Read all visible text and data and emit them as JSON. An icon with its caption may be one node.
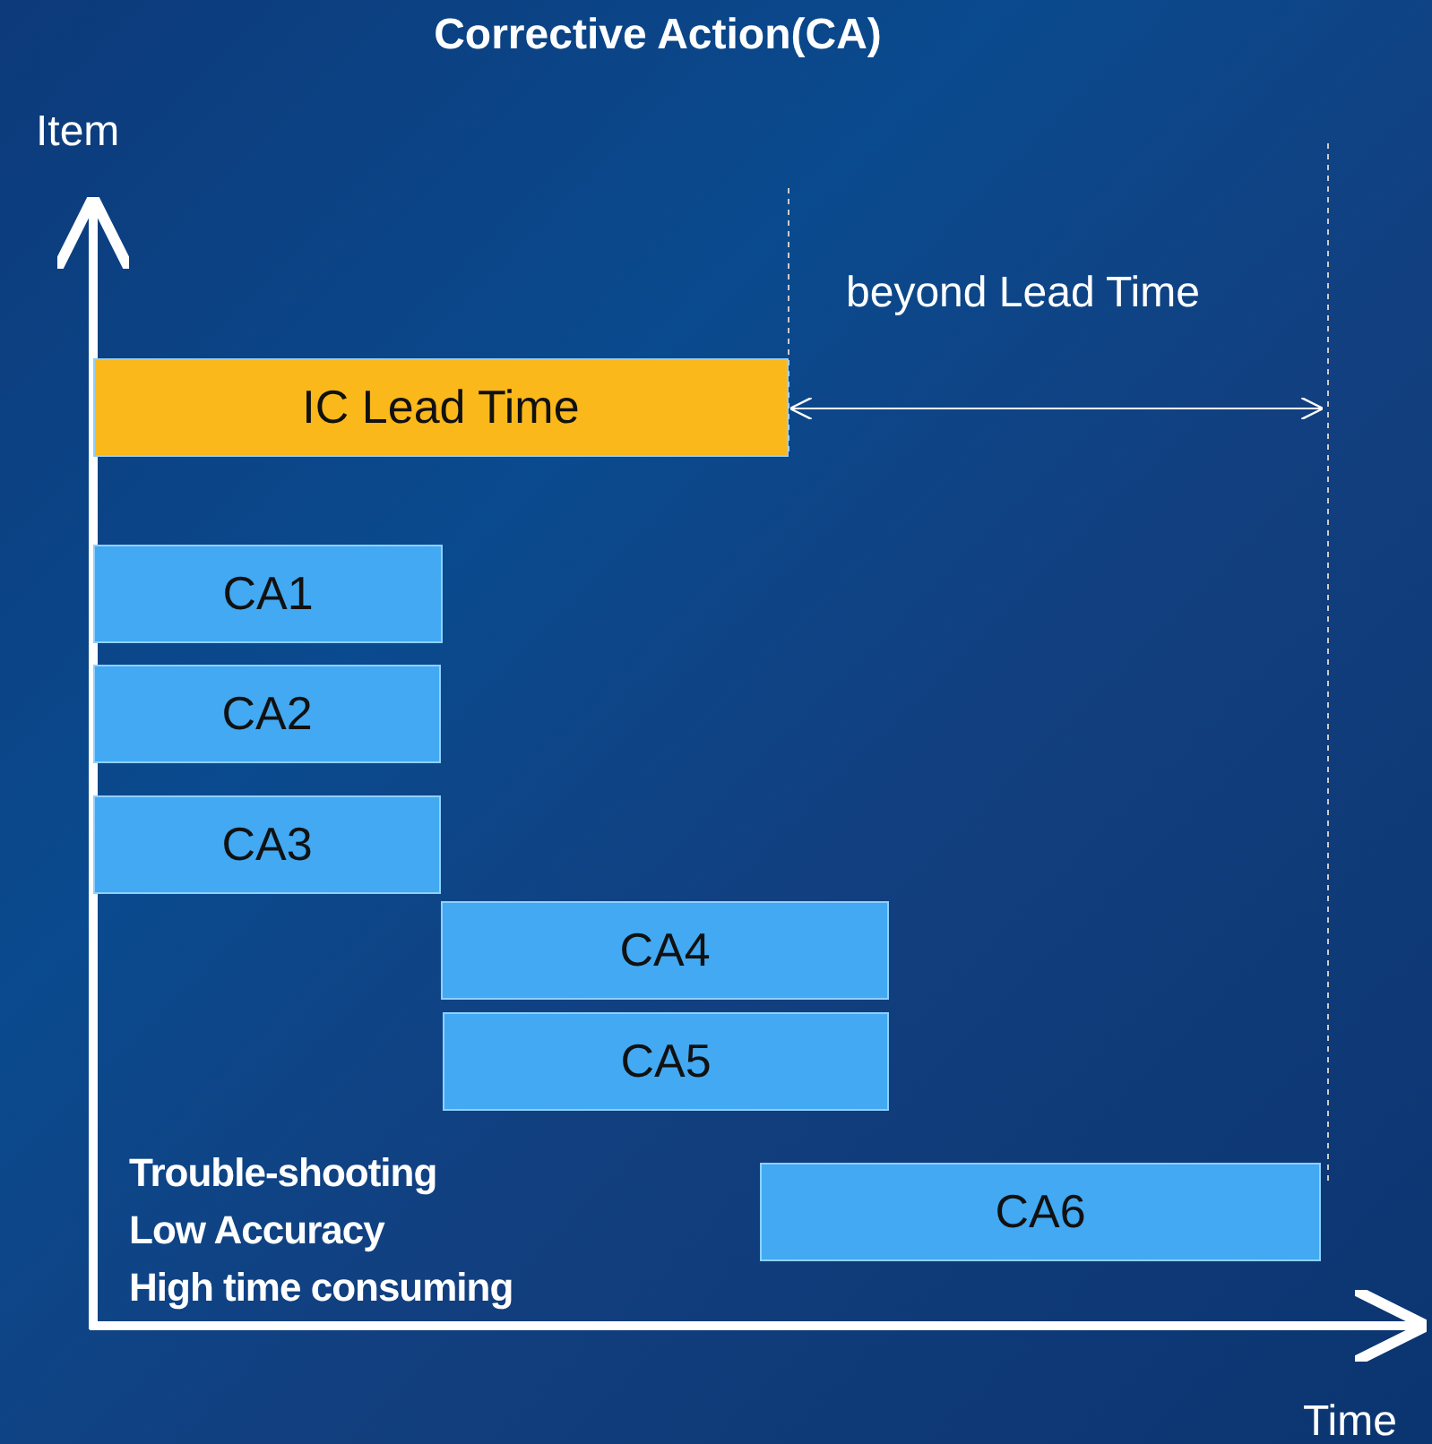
{
  "diagram": {
    "title": "Corrective Action(CA)",
    "nodes": [
      {
        "text": [
          "IC Lead Time"
        ]
      },
      {
        "text": [
          "CA1"
        ]
      },
      {
        "text": [
          "CA2"
        ]
      },
      {
        "text": [
          "CA3"
        ]
      },
      {
        "text": [
          "CA4"
        ]
      },
      {
        "text": [
          "CA5"
        ]
      },
      {
        "text": [
          "CA6"
        ]
      }
    ],
    "edges": [],
    "labels": [
      "Item",
      "beyond Lead Time",
      "Trouble-shooting",
      "Low Accuracy",
      "High time consuming",
      "Time"
    ]
  }
}
